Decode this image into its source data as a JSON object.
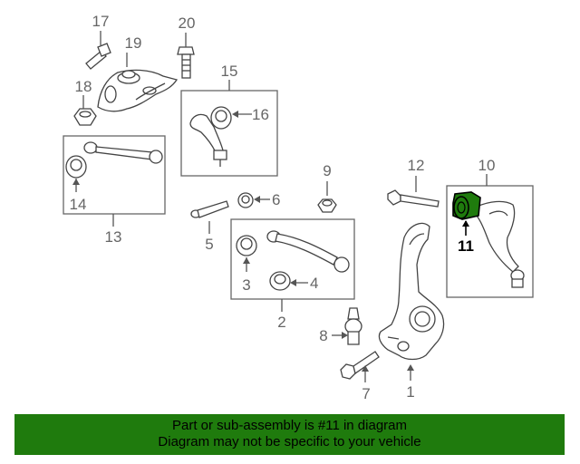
{
  "callouts": {
    "n1": "1",
    "n2": "2",
    "n3": "3",
    "n4": "4",
    "n5": "5",
    "n6": "6",
    "n7": "7",
    "n8": "8",
    "n9": "9",
    "n10": "10",
    "n11": "11",
    "n12": "12",
    "n13": "13",
    "n14": "14",
    "n15": "15",
    "n16": "16",
    "n17": "17",
    "n18": "18",
    "n19": "19",
    "n20": "20"
  },
  "highlight": {
    "part": "11",
    "color": "#1f7b0d"
  },
  "footer": {
    "line1": "Part or sub-assembly is #11 in diagram",
    "line2": "Diagram may not be specific to your vehicle",
    "background": "#1f7b0d"
  }
}
